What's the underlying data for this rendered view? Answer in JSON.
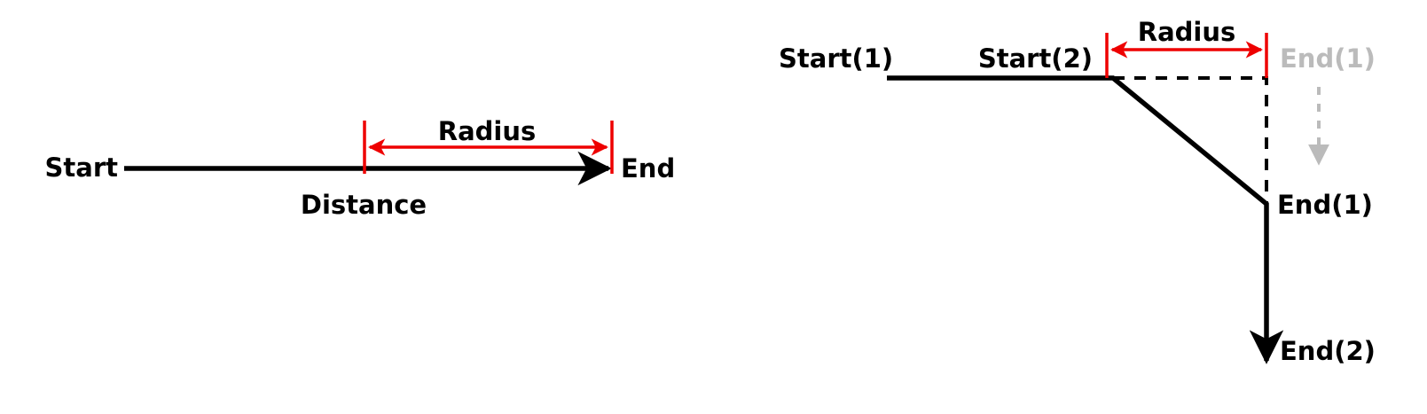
{
  "figure": {
    "background_color": "#ffffff",
    "line_color": "#000000",
    "accent_color": "#ee0000",
    "ghost_color": "#bbbbbb"
  },
  "panels": [
    {
      "id": "single-segment",
      "labels": {
        "start": "Start",
        "end": "End",
        "distance": "Distance",
        "radius": "Radius"
      }
    },
    {
      "id": "two-segment-corner",
      "labels": {
        "start_1": "Start(1)",
        "start_2": "Start(2)",
        "radius": "Radius",
        "end_1_ghost": "End(1)",
        "end_1": "End(1)",
        "end_2": "End(2)"
      }
    }
  ],
  "chart_data": {
    "type": "diagram",
    "title": "",
    "description": "Two schematic line diagrams illustrating a fillet radius measured back from a path end point.",
    "panels": [
      {
        "name": "single-segment",
        "elements": [
          {
            "kind": "solid-arrow",
            "name": "distance-arrow",
            "color": "#000000",
            "from": [
              140,
              190
            ],
            "to": [
              693,
              190
            ],
            "arrowhead_at": "to"
          },
          {
            "kind": "dimension",
            "name": "radius-dimension",
            "color": "#ee0000",
            "from": [
              411,
              166
            ],
            "to": [
              690,
              166
            ],
            "arrowheads": "both",
            "extension_lines": [
              [
                411,
                136,
                411,
                196
              ],
              [
                690,
                136,
                690,
                196
              ]
            ],
            "label": "Radius"
          },
          {
            "kind": "text",
            "name": "start-label",
            "text": "Start",
            "anchor": "end",
            "at": [
              133,
              199
            ]
          },
          {
            "kind": "text",
            "name": "end-label",
            "text": "End",
            "anchor": "start",
            "at": [
              700,
              199
            ]
          },
          {
            "kind": "text",
            "name": "distance-label",
            "text": "Distance",
            "anchor": "middle",
            "at": [
              410,
              240
            ]
          },
          {
            "kind": "text",
            "name": "radius-label",
            "text": "Radius",
            "anchor": "middle",
            "at": [
              549,
              158
            ]
          }
        ]
      },
      {
        "name": "two-segment-corner",
        "elements": [
          {
            "kind": "polyline",
            "name": "path-solid",
            "color": "#000000",
            "points": [
              [
                1000,
                88
              ],
              [
                1255,
                88
              ],
              [
                1428,
                230
              ],
              [
                1428,
                415
              ]
            ],
            "arrowhead_at": "end"
          },
          {
            "kind": "polyline-dashed",
            "name": "original-corner-path",
            "color": "#000000",
            "points": [
              [
                1255,
                88
              ],
              [
                1428,
                88
              ],
              [
                1428,
                230
              ]
            ]
          },
          {
            "kind": "dimension",
            "name": "radius-dimension",
            "color": "#ee0000",
            "from": [
              1248,
              56
            ],
            "to": [
              1428,
              56
            ],
            "arrowheads": "both",
            "extension_lines": [
              [
                1248,
                37,
                1248,
                88
              ],
              [
                1428,
                37,
                1428,
                88
              ]
            ],
            "label": "Radius"
          },
          {
            "kind": "dashed-arrow",
            "name": "end1-move-arrow",
            "color": "#bbbbbb",
            "from": [
              1487,
              98
            ],
            "to": [
              1487,
              190
            ],
            "arrowhead_at": "to"
          },
          {
            "kind": "text",
            "name": "start-1-label",
            "text": "Start(1)",
            "anchor": "start",
            "at": [
              878,
              75
            ]
          },
          {
            "kind": "text",
            "name": "start-2-label",
            "text": "Start(2)",
            "anchor": "end",
            "at": [
              1232,
              75
            ]
          },
          {
            "kind": "text",
            "name": "radius-label",
            "text": "Radius",
            "anchor": "middle",
            "at": [
              1338,
              46
            ]
          },
          {
            "kind": "text",
            "name": "end-1-ghost-label",
            "text": "End(1)",
            "anchor": "start",
            "at": [
              1443,
              75
            ],
            "color": "#bbbbbb"
          },
          {
            "kind": "text",
            "name": "end-1-label",
            "text": "End(1)",
            "anchor": "start",
            "at": [
              1440,
              240
            ]
          },
          {
            "kind": "text",
            "name": "end-2-label",
            "text": "End(2)",
            "anchor": "start",
            "at": [
              1443,
              405
            ]
          }
        ]
      }
    ]
  }
}
